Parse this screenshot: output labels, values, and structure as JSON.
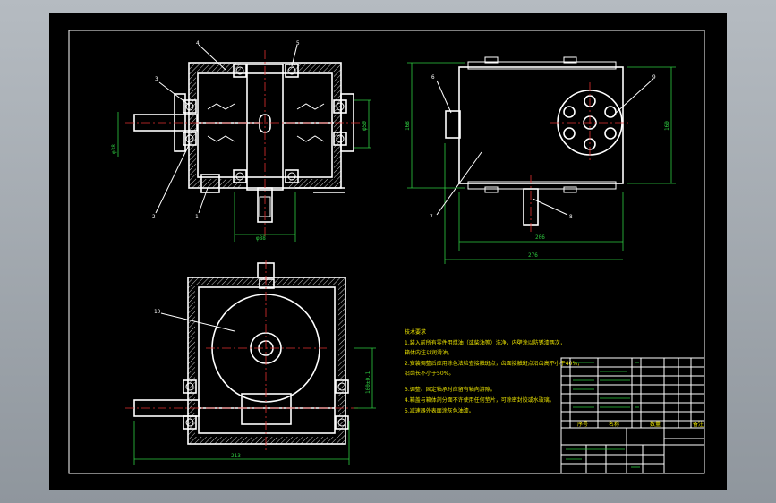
{
  "drawing": {
    "balloons": {
      "b1": "1",
      "b2": "2",
      "b3": "3",
      "b4": "4",
      "b5": "5",
      "b6": "6",
      "b7": "7",
      "b8": "8",
      "b9": "9",
      "b10": "10"
    },
    "dimensions": {
      "d_front_bottom": "φ88",
      "d_front_left": "φ38",
      "d_front_right": "φ50",
      "d_side_height": "168",
      "d_side_height_r": "160",
      "d_side_inner": "206",
      "d_side_total": "276",
      "d_top_width": "213",
      "d_top_right": "100±0.1"
    },
    "notes": {
      "title": "技术要求",
      "lines": [
        "1.装入前所有零件用煤油（或柴油等）洗净，内壁涂以防锈漆两次，",
        "箱体内注以润滑油。",
        "2.安装调整后应用涂色法检查接触斑点，齿面接触斑点沿齿高不小于40%，",
        "沿齿长不小于50%。",
        "3.调整、固定轴承时应留有轴向游隙。",
        "4.箱盖与箱体剖分面不许使用任何垫片，可涂密封胶或水玻璃。",
        "5.减速器外表面涂灰色油漆。"
      ]
    },
    "title_block": {
      "header_cells": [
        "序号",
        "名称",
        "数量",
        "备注"
      ]
    }
  },
  "colors": {
    "sheet": "#000000",
    "outline": "#ffffff",
    "centerline": "#e03030",
    "dimension": "#2ecc40",
    "text": "#e8e000"
  }
}
